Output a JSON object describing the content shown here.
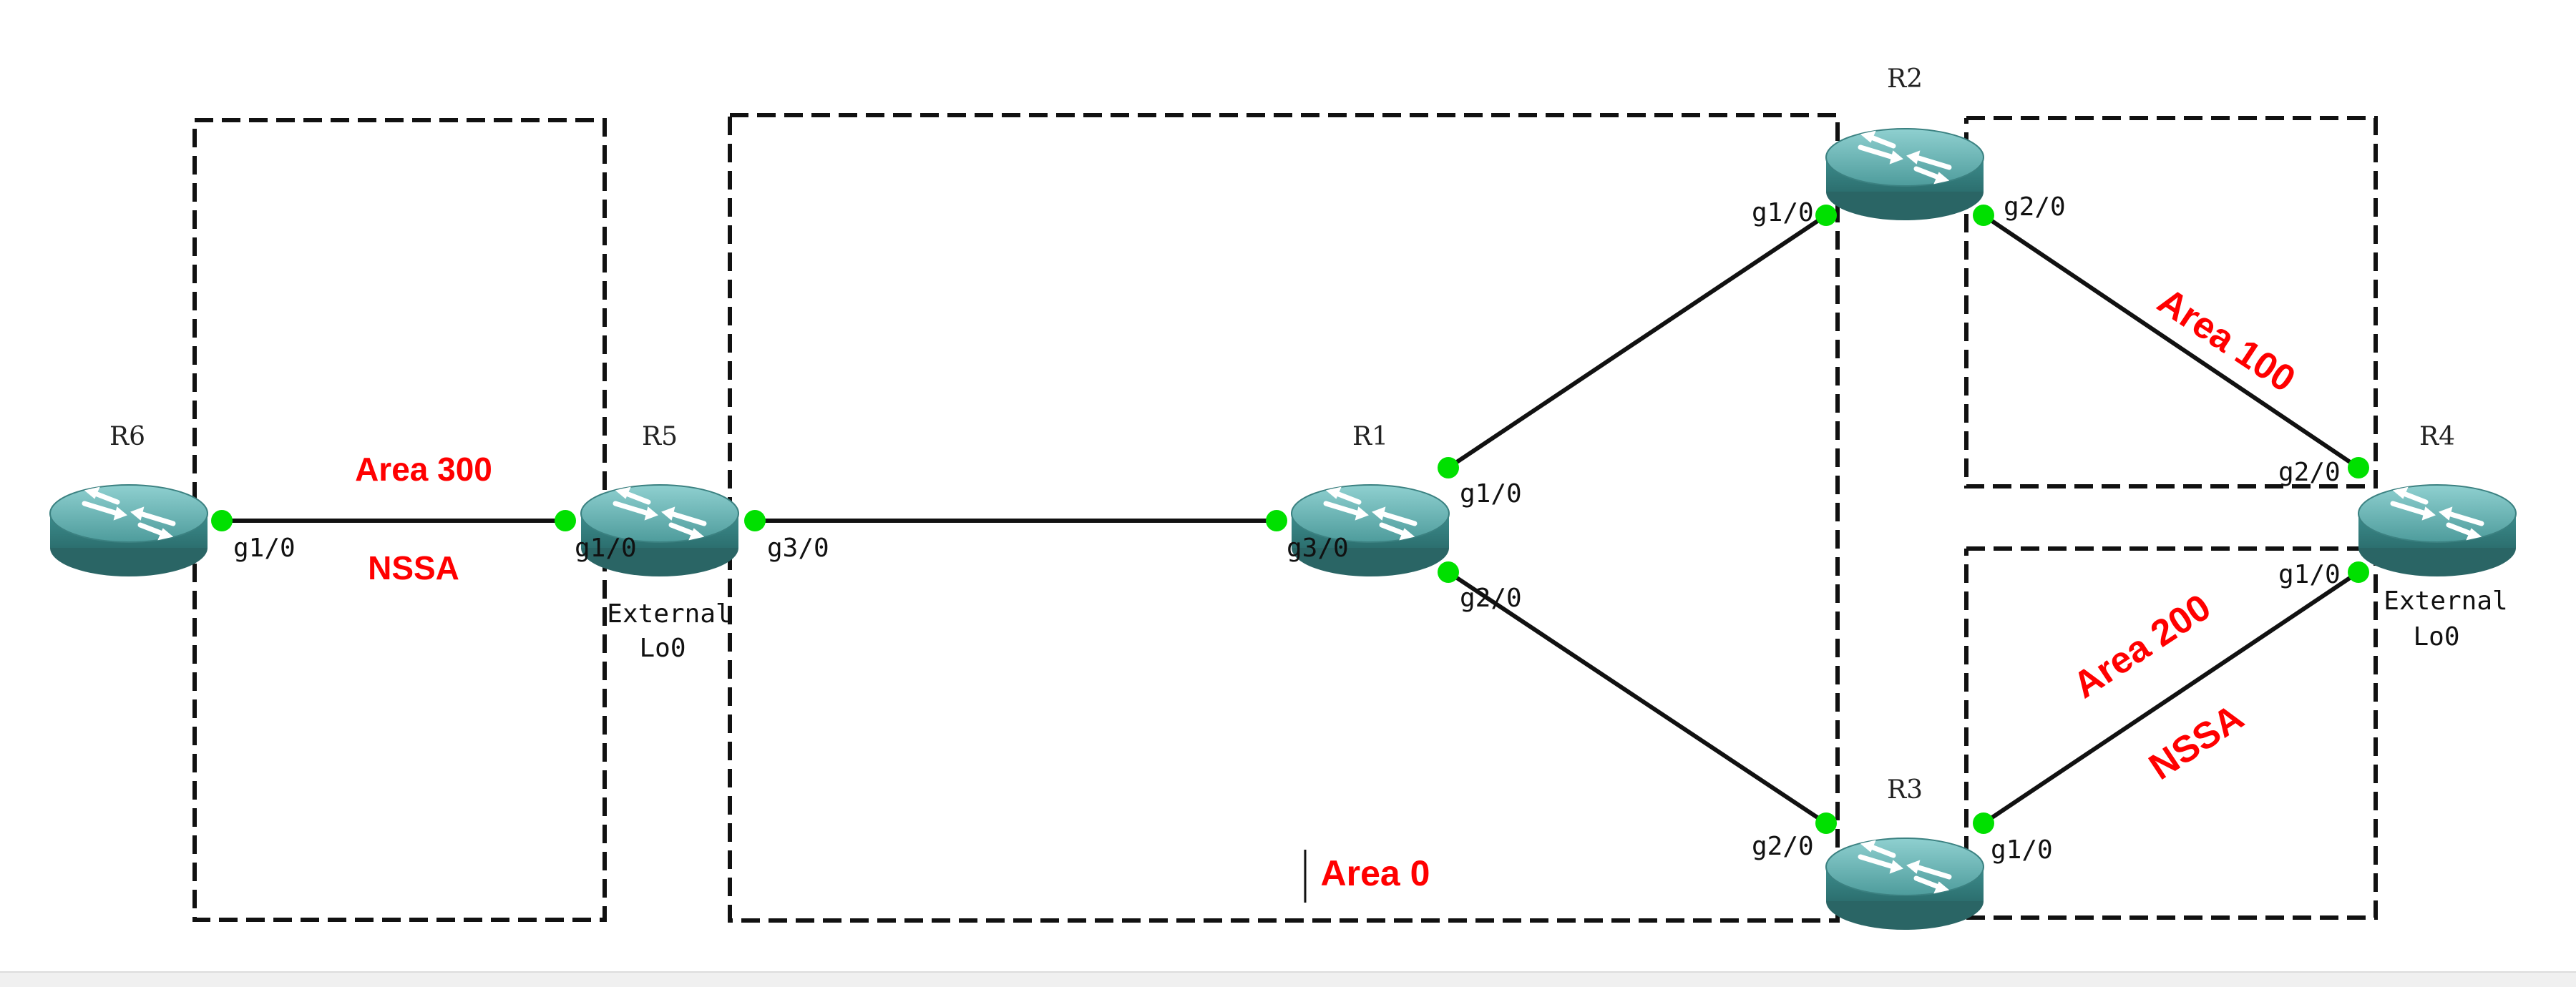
{
  "routers": [
    {
      "id": "R1",
      "label": "R1"
    },
    {
      "id": "R2",
      "label": "R2"
    },
    {
      "id": "R3",
      "label": "R3"
    },
    {
      "id": "R4",
      "label": "R4"
    },
    {
      "id": "R5",
      "label": "R5"
    },
    {
      "id": "R6",
      "label": "R6"
    }
  ],
  "ports": {
    "r6_g1": "g1/0",
    "r5_g1": "g1/0",
    "r5_g3": "g3/0",
    "r1_g3": "g3/0",
    "r1_g1": "g1/0",
    "r1_g2": "g2/0",
    "r2_g1": "g1/0",
    "r2_g2": "g2/0",
    "r3_g2": "g2/0",
    "r3_g1": "g1/0",
    "r4_g2": "g2/0",
    "r4_g1": "g1/0"
  },
  "external": {
    "r5_line1": "External",
    "r5_line2": "Lo0",
    "r4_line1": "External",
    "r4_line2": "Lo0"
  },
  "areas": {
    "area300": "Area 300",
    "area300_type": "NSSA",
    "area0": "Area 0",
    "area100": "Area 100",
    "area200": "Area 200",
    "area200_type": "NSSA"
  },
  "colors": {
    "router_body": "#3f8a8a",
    "router_top": "#5fa8a8",
    "port_dot": "#00e000",
    "area_label": "#ff0000"
  }
}
